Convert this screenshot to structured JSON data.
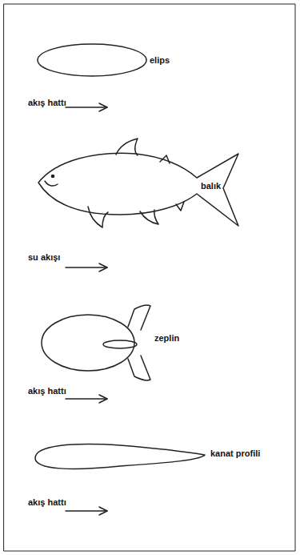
{
  "diagram": {
    "labels": [
      "elips",
      "akış hattı",
      "balık",
      "su akışı",
      "zeplin",
      "akış hattı",
      "kanat profili",
      "akış hattı"
    ]
  }
}
